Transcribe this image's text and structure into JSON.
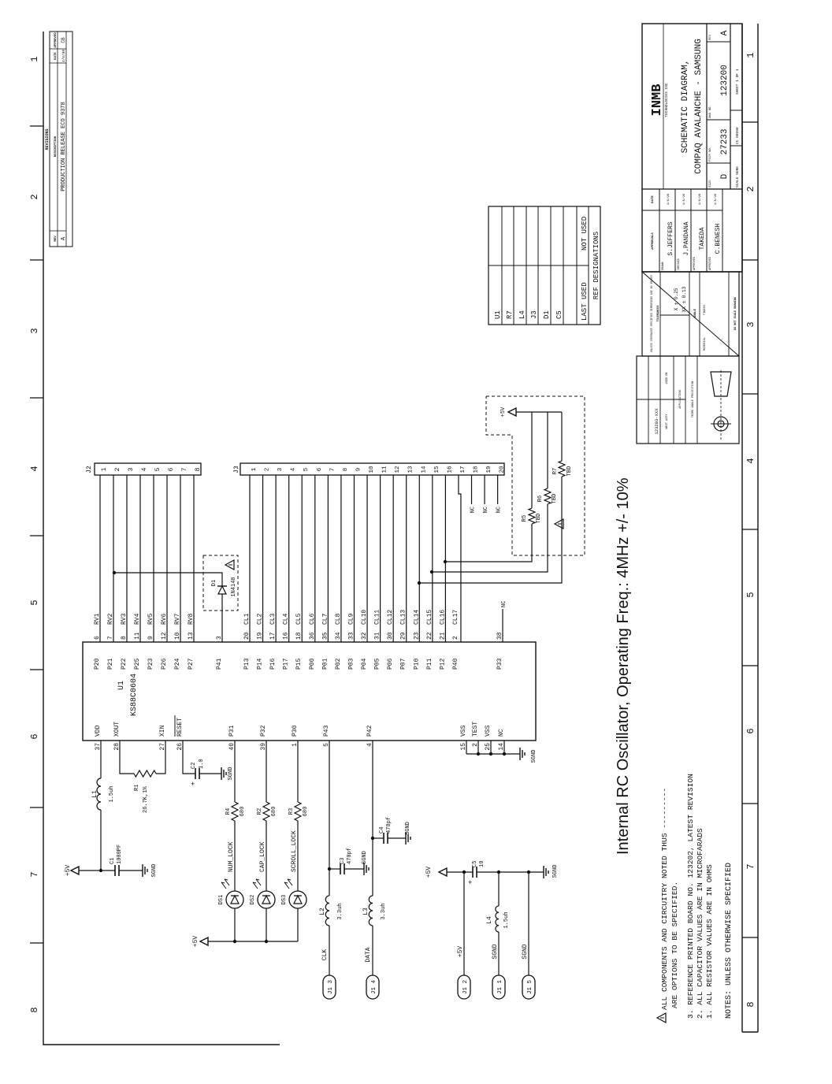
{
  "zones": [
    "1",
    "2",
    "3",
    "4",
    "5",
    "6",
    "7",
    "8"
  ],
  "revisions": {
    "title": "REVISIONS",
    "col_rev": "REV",
    "col_desc": "DESCRIPTION",
    "col_date": "DATE",
    "col_appr": "APPROVED",
    "rev": "A",
    "desc": "PRODUCTION RELEASE ECO 9378",
    "date": "4/6/98",
    "appr": "CB"
  },
  "u1": {
    "ref": "U1",
    "part": "KS88C0604",
    "j2_pins": [
      {
        "name": "P20",
        "num": "6",
        "net": "RV1"
      },
      {
        "name": "P21",
        "num": "7",
        "net": "RV2"
      },
      {
        "name": "P22",
        "num": "8",
        "net": "RV3"
      },
      {
        "name": "P25",
        "num": "11",
        "net": "RV4"
      },
      {
        "name": "P23",
        "num": "9",
        "net": "RV5"
      },
      {
        "name": "P26",
        "num": "12",
        "net": "RV6"
      },
      {
        "name": "P24",
        "num": "10",
        "net": "RV7"
      },
      {
        "name": "P27",
        "num": "13",
        "net": "RV8"
      }
    ],
    "p41": {
      "name": "P41",
      "num": "3"
    },
    "j3_pins": [
      {
        "name": "P13",
        "num": "20",
        "net": "CL1"
      },
      {
        "name": "P14",
        "num": "19",
        "net": "CL2"
      },
      {
        "name": "P16",
        "num": "17",
        "net": "CL3"
      },
      {
        "name": "P17",
        "num": "16",
        "net": "CL4"
      },
      {
        "name": "P15",
        "num": "18",
        "net": "CL5"
      },
      {
        "name": "P00",
        "num": "36",
        "net": "CL6"
      },
      {
        "name": "P01",
        "num": "35",
        "net": "CL7"
      },
      {
        "name": "P02",
        "num": "34",
        "net": "CL8"
      },
      {
        "name": "P03",
        "num": "33",
        "net": "CL9"
      },
      {
        "name": "P04",
        "num": "32",
        "net": "CL10"
      },
      {
        "name": "P05",
        "num": "31",
        "net": "CL11"
      },
      {
        "name": "P06",
        "num": "30",
        "net": "CL12"
      },
      {
        "name": "P07",
        "num": "29",
        "net": "CL13"
      },
      {
        "name": "P10",
        "num": "23",
        "net": "CL14"
      },
      {
        "name": "P11",
        "num": "22",
        "net": "CL15"
      },
      {
        "name": "P12",
        "num": "21",
        "net": "CL16"
      },
      {
        "name": "P40",
        "num": "2",
        "net": "CL17"
      }
    ],
    "p33": {
      "name": "P33",
      "num": "38",
      "net": "NC"
    },
    "bottom_pins": [
      {
        "name": "VDD",
        "num": "37"
      },
      {
        "name": "XOUT",
        "num": "28"
      },
      {
        "name": "XIN",
        "num": "27"
      },
      {
        "name": "RESET",
        "num": "26"
      },
      {
        "name": "P31",
        "num": "40"
      },
      {
        "name": "P32",
        "num": "39"
      },
      {
        "name": "P30",
        "num": "1"
      },
      {
        "name": "P43",
        "num": "5"
      },
      {
        "name": "P42",
        "num": "4"
      },
      {
        "name": "VSS",
        "num": "15"
      },
      {
        "name": "TEST",
        "num": "2"
      },
      {
        "name": "VSS",
        "num": "25"
      },
      {
        "name": "NC",
        "num": "14"
      }
    ]
  },
  "j2": {
    "ref": "J2",
    "pins": [
      "1",
      "2",
      "3",
      "4",
      "5",
      "6",
      "7",
      "8"
    ]
  },
  "j3": {
    "ref": "J3",
    "pins": [
      "1",
      "2",
      "3",
      "4",
      "5",
      "6",
      "7",
      "8",
      "9",
      "10",
      "11",
      "12",
      "13",
      "14",
      "15",
      "16",
      "17",
      "18",
      "19",
      "20"
    ],
    "nc": [
      "NC",
      "NC",
      "NC"
    ]
  },
  "d1": {
    "ref": "D1",
    "part": "1N4148"
  },
  "rnet": [
    {
      "ref": "R5",
      "value": "TBD"
    },
    {
      "ref": "R6",
      "value": "TBD"
    },
    {
      "ref": "R7",
      "value": "TBD"
    }
  ],
  "power": {
    "vcc": "+5V",
    "gnd": "SGND"
  },
  "passives": {
    "l1": {
      "ref": "L1",
      "value": "1.5uh"
    },
    "r1": {
      "ref": "R1",
      "value": "26.7K,1%"
    },
    "c1": {
      "ref": "C1",
      "value": "1000PF"
    },
    "c2": {
      "ref": "C2",
      "value": "1.0"
    },
    "c3": {
      "ref": "C3",
      "value": "470pf"
    },
    "c4": {
      "ref": "C4",
      "value": "470pf"
    },
    "c5": {
      "ref": "C5",
      "value": "10"
    },
    "l2": {
      "ref": "L2",
      "value": "3.3uh"
    },
    "l3": {
      "ref": "L3",
      "value": "3.3uh"
    },
    "l4": {
      "ref": "L4",
      "value": "1.5uh"
    }
  },
  "leds": [
    {
      "ref": "DS1",
      "net": "NUM_LOCK",
      "res": "R4",
      "value": "680"
    },
    {
      "ref": "DS2",
      "net": "CAP_LOCK",
      "res": "R2",
      "value": "680"
    },
    {
      "ref": "DS3",
      "net": "SCROLL_LOCK",
      "res": "R3",
      "value": "680"
    }
  ],
  "nets": {
    "clk": "CLK",
    "data": "DATA"
  },
  "j1": [
    "J1 3",
    "J1 4",
    "J1 2",
    "J1 1",
    "J1 5"
  ],
  "oscillator_note": "Internal RC Oscillator, Operating Freq.:  4MHz +/- 10%",
  "notes": {
    "warning": "ALL COMPONENTS AND CIRCUITRY NOTED THUS ---------",
    "warning_cont": "ARE OPTIONS TO BE SPECIFIED.",
    "n3": "3. REFERENCE PRINTED BOARD NO. 123202, LATEST REVISION",
    "n2": "2. ALL CAPACITOR VALUES ARE IN MICROFARADS",
    "n1": "1. ALL RESISTOR VALUES ARE IN OHMS",
    "header": "NOTES: UNLESS OTHERWISE SPECIFIED"
  },
  "ref_table": {
    "last_used": [
      "U1",
      "R7",
      "L4",
      "J3",
      "D1",
      "C5"
    ],
    "last_used_label": "LAST USED",
    "not_used_label": "NOT USED",
    "title": "REF DESIGNATIONS"
  },
  "title_block": {
    "company": "INMB",
    "company_sub": "TECHNOLOGIES INC",
    "title1": "SCHEMATIC DIAGRAM,",
    "title2": "COMPAQ AVALANCHE - SAMSUNG",
    "size_label": "SIZE",
    "size": "D",
    "fscm_label": "FSCM NO.",
    "fscm": "27233",
    "dwg_label": "DWG NO.",
    "dwg": "123200",
    "rev_label": "REV",
    "rev": "A",
    "scale": "SCALE NONE",
    "cc": "CC 00090",
    "sheet": "SHEET 1 OF 1",
    "approvals_label": "APPROVALS",
    "date_label": "DATE",
    "approvals": [
      {
        "role": "DRAWN",
        "name": "S.JEFFERS",
        "date": "4/6/98"
      },
      {
        "role": "CHECKED",
        "name": "J.PANDANA",
        "date": "4/6/98"
      },
      {
        "role": "APPROVED",
        "name": "TAKEDA",
        "date": "4/6/98"
      },
      {
        "role": "APPROVED",
        "name": "C.BENESH",
        "date": "4/6/98"
      }
    ],
    "tolerance_head": "UNLESS OTHERWISE SPECIFIED DIMENSIONS ARE IN INCHES",
    "tolerances": "TOLERANCES",
    "tol_x": "X ± 0.25",
    "tol_xx": "XX ± 0.13",
    "angle": "ANGLE",
    "material": "MATERIAL",
    "finish": "FINISH",
    "no_scale": "DO NOT SCALE DRAWING",
    "next_assy": "123203-XXX",
    "next_assy_label": "NEXT ASSY",
    "used_on": "USED ON",
    "application": "APPLICATION",
    "projection": "THIRD ANGLE PROJECTION"
  }
}
